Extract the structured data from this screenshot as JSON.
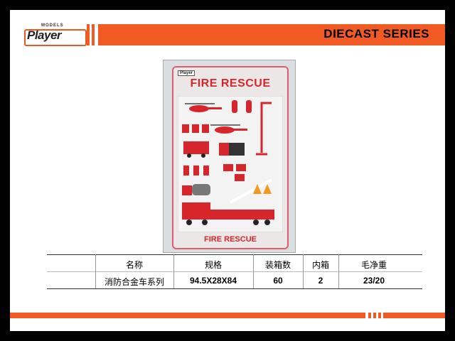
{
  "header": {
    "brand_small": "MODELS",
    "brand_name": "Player",
    "series_title": "DIECAST SERIES"
  },
  "product_card": {
    "brand": "Player",
    "title_top": "FIRE RESCUE",
    "title_bottom": "FIRE RESCUE"
  },
  "spec_table": {
    "headers": [
      "名称",
      "规格",
      "装箱数",
      "内箱",
      "毛净重"
    ],
    "rows": [
      [
        "消防合金车系列",
        "94.5X28X84",
        "60",
        "2",
        "23/20"
      ]
    ]
  },
  "colors": {
    "accent": "#f15a22",
    "fire_red": "#d7262b",
    "frame": "#000000"
  }
}
